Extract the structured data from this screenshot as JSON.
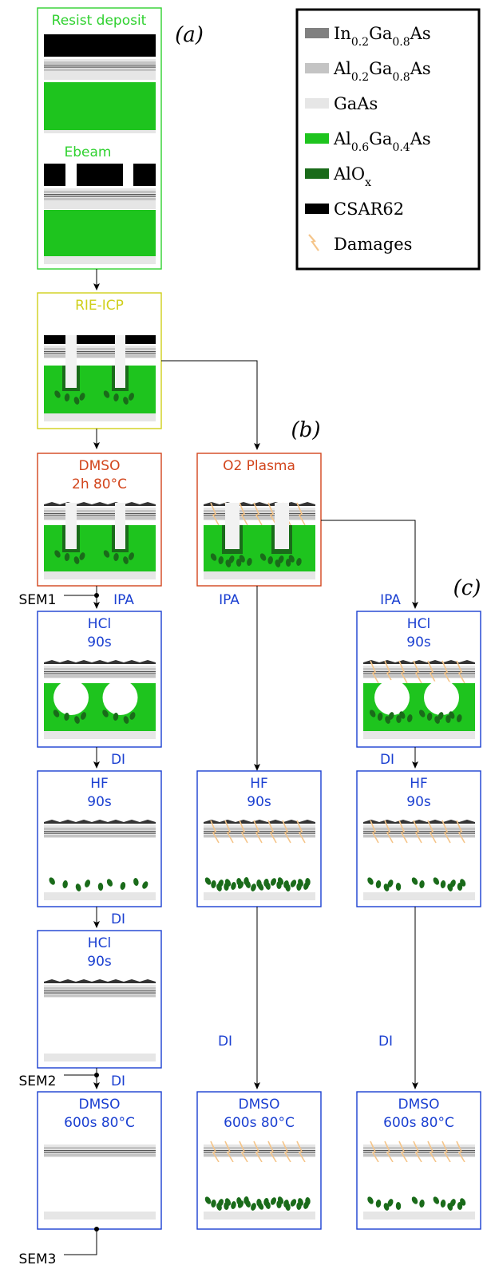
{
  "panel_labels": {
    "a": "(a)",
    "b": "(b)",
    "c": "(c)"
  },
  "legend": [
    {
      "label": "In0.2Ga0.8As",
      "base": "In",
      "parts": [
        [
          "0.2",
          "sub"
        ],
        [
          "Ga",
          ""
        ],
        [
          "0.8",
          "sub"
        ],
        [
          "As",
          ""
        ]
      ],
      "color": "#808080",
      "kind": "swatch"
    },
    {
      "label": "Al0.2Ga0.8As",
      "base": "Al",
      "parts": [
        [
          "0.2",
          "sub"
        ],
        [
          "Ga",
          ""
        ],
        [
          "0.8",
          "sub"
        ],
        [
          "As",
          ""
        ]
      ],
      "color": "#c4c4c4",
      "kind": "swatch"
    },
    {
      "label": "GaAs",
      "base": "GaAs",
      "parts": [],
      "color": "#e6e6e6",
      "kind": "swatch"
    },
    {
      "label": "Al0.6Ga0.4As",
      "base": "Al",
      "parts": [
        [
          "0.6",
          "sub"
        ],
        [
          "Ga",
          ""
        ],
        [
          "0.4",
          "sub"
        ],
        [
          "As",
          ""
        ]
      ],
      "color": "#1ec41e",
      "kind": "swatch"
    },
    {
      "label": "AlOx",
      "base": "AlO",
      "parts": [
        [
          "x",
          "sub"
        ]
      ],
      "color": "#1a6b1a",
      "kind": "swatch"
    },
    {
      "label": "CSAR62",
      "base": "CSAR62",
      "parts": [],
      "color": "#000000",
      "kind": "swatch"
    },
    {
      "label": "Damages",
      "base": "Damages",
      "parts": [],
      "color": "#f5c58a",
      "kind": "damage"
    }
  ],
  "steps": {
    "resist": {
      "title": "Resist deposit",
      "color": "#2fd12f"
    },
    "ebeam": {
      "title": "Ebeam",
      "color": "#2fd12f"
    },
    "rie": {
      "title": "RIE-ICP",
      "color": "#cfcf1a"
    },
    "dmso1": {
      "title": [
        "DMSO",
        "2h 80°C"
      ],
      "color": "#d2451c"
    },
    "o2": {
      "title": [
        "O2 Plasma"
      ],
      "color": "#d2451c"
    },
    "hcl_a": {
      "title": [
        "HCl",
        "90s"
      ],
      "color": "#1a3fd1"
    },
    "hcl_c": {
      "title": [
        "HCl",
        "90s"
      ],
      "color": "#1a3fd1"
    },
    "hf_a": {
      "title": [
        "HF",
        "90s"
      ],
      "color": "#1a3fd1"
    },
    "hf_b": {
      "title": [
        "HF",
        "90s"
      ],
      "color": "#1a3fd1"
    },
    "hf_c": {
      "title": [
        "HF",
        "90s"
      ],
      "color": "#1a3fd1"
    },
    "hcl2_a": {
      "title": [
        "HCl",
        "90s"
      ],
      "color": "#1a3fd1"
    },
    "dmso_a": {
      "title": [
        "DMSO",
        "600s 80°C"
      ],
      "color": "#1a3fd1"
    },
    "dmso_b": {
      "title": [
        "DMSO",
        "600s 80°C"
      ],
      "color": "#1a3fd1"
    },
    "dmso_c": {
      "title": [
        "DMSO",
        "600s 80°C"
      ],
      "color": "#1a3fd1"
    }
  },
  "rinses": {
    "ipa": "IPA",
    "di": "DI"
  },
  "sem": [
    "SEM1",
    "SEM2",
    "SEM3"
  ],
  "colors": {
    "ingaas": "#808080",
    "algaas": "#c4c4c4",
    "gaas": "#e6e6e6",
    "al06": "#1ec41e",
    "alox": "#1a6b1a",
    "csar": "#000000",
    "damage": "#f5c58a",
    "blue_text": "#1a3fd1",
    "green_text": "#2fd12f",
    "yellow_text": "#cfcf1a",
    "red_text": "#d2451c"
  }
}
